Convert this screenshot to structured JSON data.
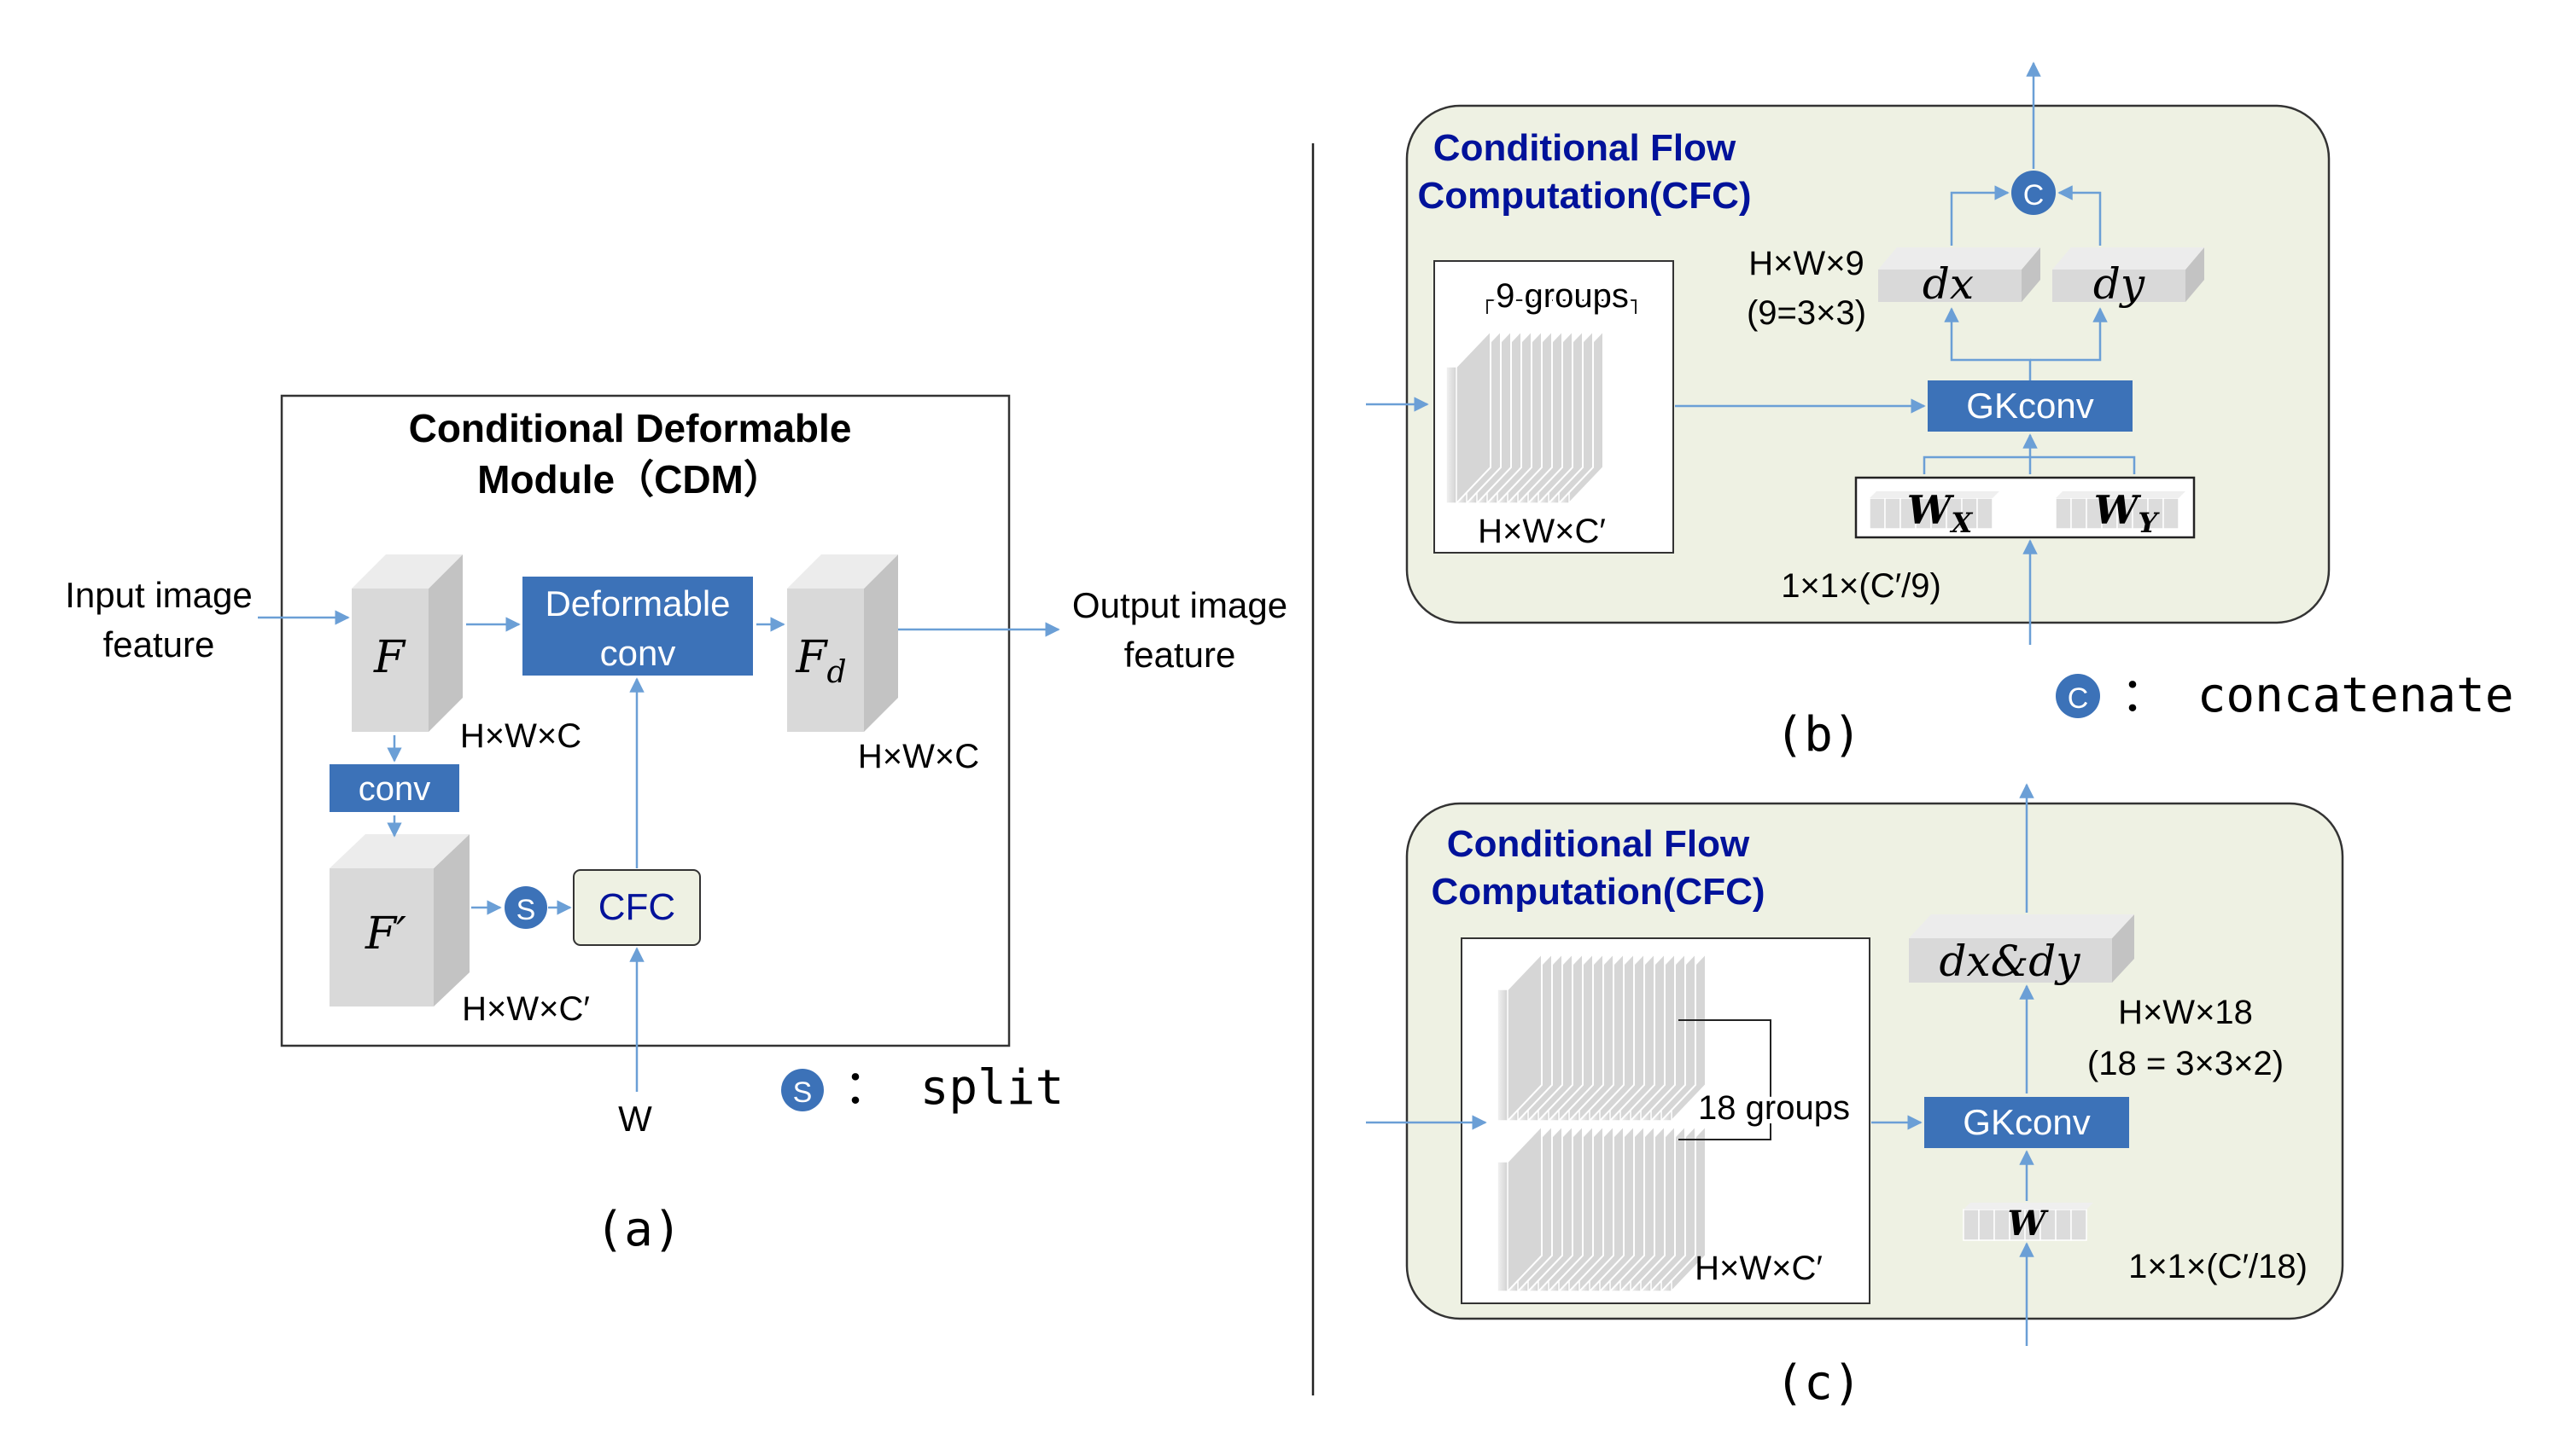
{
  "colors": {
    "title_blue": "#00129a",
    "box_blue": "#3c72b8",
    "arrow_blue": "#6b9fd6",
    "panel_fill": "#eef1e3",
    "cube_front": "#d9d9d9",
    "cube_side": "#c3c3c3",
    "cube_top": "#ececec",
    "gray_text": "#8c8c8c"
  },
  "panel_a": {
    "title_line1": "Conditional Deformable",
    "title_line2": "Module（CDM）",
    "input_line1": "Input image",
    "input_line2": "feature",
    "output_line1": "Output image",
    "output_line2": "feature",
    "cube_f": "F",
    "cube_fd_main": "F",
    "cube_fd_sub": "d",
    "cube_fprime": "F′",
    "dim_f": "H×W×C",
    "dim_fd": "H×W×C",
    "dim_fprime": "H×W×C′",
    "deform_line1": "Deformable",
    "deform_line2": "conv",
    "conv": "conv",
    "split_symbol": "S",
    "cfc": "CFC",
    "w_input": "W",
    "legend_symbol": "S",
    "legend_text": "： split",
    "caption": "(a)"
  },
  "panel_b": {
    "title_line1": "Conditional Flow",
    "title_line2": "Computation(CFC)",
    "groups": "9 groups",
    "dim_stack": "H×W×C′",
    "dim_out_line1": "H×W×9",
    "dim_out_line2": "(9=3×3)",
    "dx": "dx",
    "dy": "dy",
    "concat_symbol": "C",
    "gkconv": "GKconv",
    "wx_main": "W",
    "wx_sub": "X",
    "wy_main": "W",
    "wy_sub": "Y",
    "w_dim": "1×1×(C′/9)",
    "legend_symbol": "C",
    "legend_text": "： concatenate",
    "caption": "(b)"
  },
  "panel_c": {
    "title_line1": "Conditional Flow",
    "title_line2": "Computation(CFC)",
    "groups": "18 groups",
    "dim_stack": "H×W×C′",
    "dxdy": "dx&dy",
    "dim_out_line1": "H×W×18",
    "dim_out_line2": "(18 = 3×3×2)",
    "gkconv": "GKconv",
    "w": "W",
    "w_dim": "1×1×(C′/18)",
    "caption": "(c)"
  }
}
